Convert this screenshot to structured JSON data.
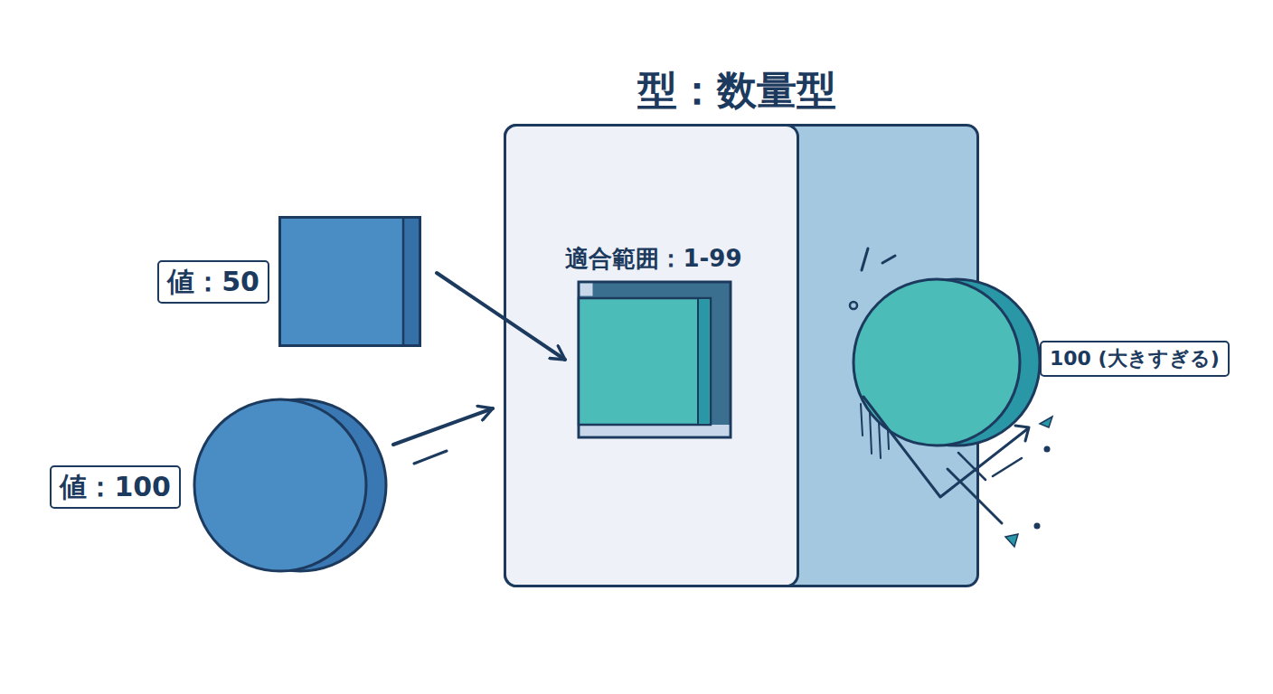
{
  "diagram": {
    "title": "型：数量型",
    "nodes": [
      {
        "text": [
          "適合範囲：1-99"
        ]
      },
      {
        "text": [
          "値：50"
        ]
      },
      {
        "text": [
          "値：100"
        ]
      },
      {
        "text": [
          "100 (大きすぎる)"
        ]
      }
    ],
    "edges": [
      {
        "from": 1,
        "to": 0,
        "arrow": "to"
      },
      {
        "from": 2,
        "to": 0,
        "arrow": "to"
      }
    ]
  }
}
